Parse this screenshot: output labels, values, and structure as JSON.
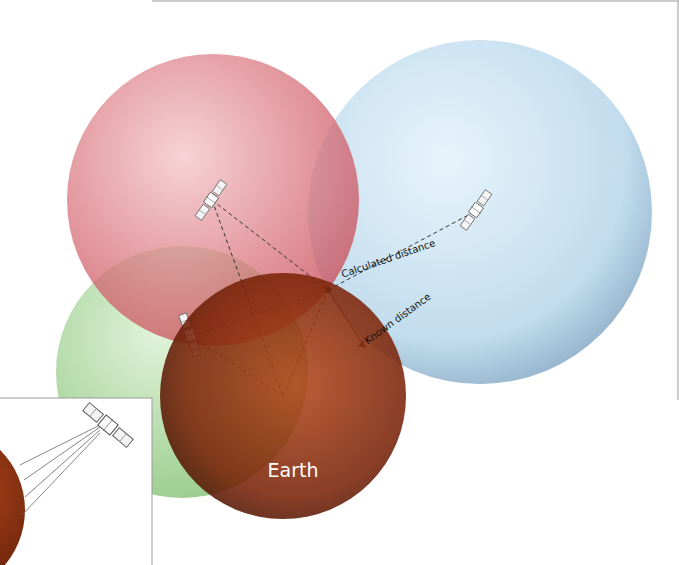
{
  "diagram": {
    "nodes": [
      {
        "text": [
          "Earth"
        ]
      }
    ],
    "labels": [
      "Calculated distance",
      "Known distance"
    ]
  }
}
